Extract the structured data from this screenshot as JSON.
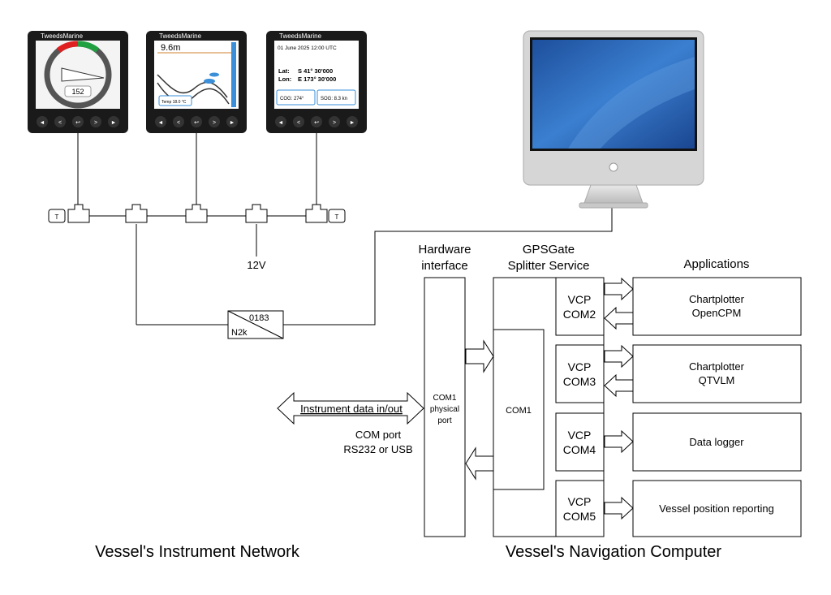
{
  "instruments": [
    {
      "brand": "TweedsMarine",
      "depth_value": "",
      "wind_value": "152",
      "buttons": [
        "◄",
        "<",
        "↩",
        ">",
        "►"
      ]
    },
    {
      "brand": "TweedsMarine",
      "depth_value": "9.6m",
      "temp_label": "Temp 18.0 °C",
      "buttons": [
        "◄",
        "<",
        "↩",
        ">",
        "►"
      ]
    },
    {
      "brand": "TweedsMarine",
      "datetime": "01 June 2025 12:00 UTC",
      "lat_label": "Lat:",
      "lat_value": "S 41° 30'000",
      "lon_label": "Lon:",
      "lon_value": "E 173° 30'000",
      "cog": "COG: 274°",
      "sog": "SOG: 8.3 kn",
      "buttons": [
        "◄",
        "<",
        "↩",
        ">",
        "►"
      ]
    }
  ],
  "network": {
    "terminator_label": "T",
    "power_label": "12V",
    "gateway_top": "0183",
    "gateway_bottom": "N2k"
  },
  "headers": {
    "hardware_line1": "Hardware",
    "hardware_line2": "interface",
    "gpsgate_line1": "GPSGate",
    "gpsgate_line2": "Splitter Service",
    "applications": "Applications"
  },
  "hardware": {
    "port_line1": "COM1",
    "port_line2": "physical",
    "port_line3": "port",
    "instrument_arrow": "Instrument data in/out",
    "com_port_line1": "COM port",
    "com_port_line2": "RS232 or USB"
  },
  "gpsgate": {
    "com1": "COM1"
  },
  "vcps": [
    {
      "line1": "VCP",
      "line2": "COM2"
    },
    {
      "line1": "VCP",
      "line2": "COM3"
    },
    {
      "line1": "VCP",
      "line2": "COM4"
    },
    {
      "line1": "VCP",
      "line2": "COM5"
    }
  ],
  "applications": [
    {
      "line1": "Chartplotter",
      "line2": "OpenCPM"
    },
    {
      "line1": "Chartplotter",
      "line2": "QTVLM"
    },
    {
      "line1": "Data logger",
      "line2": ""
    },
    {
      "line1": "Vessel position reporting",
      "line2": ""
    }
  ],
  "captions": {
    "left": "Vessel's Instrument Network",
    "right": "Vessel's Navigation Computer"
  },
  "colors": {
    "display_bezel": "#1a1a1a",
    "gauge_red": "#e02020",
    "gauge_green": "#20a040",
    "water_blue": "#3a8fd8",
    "screen_blue": "#2f6fc0"
  }
}
